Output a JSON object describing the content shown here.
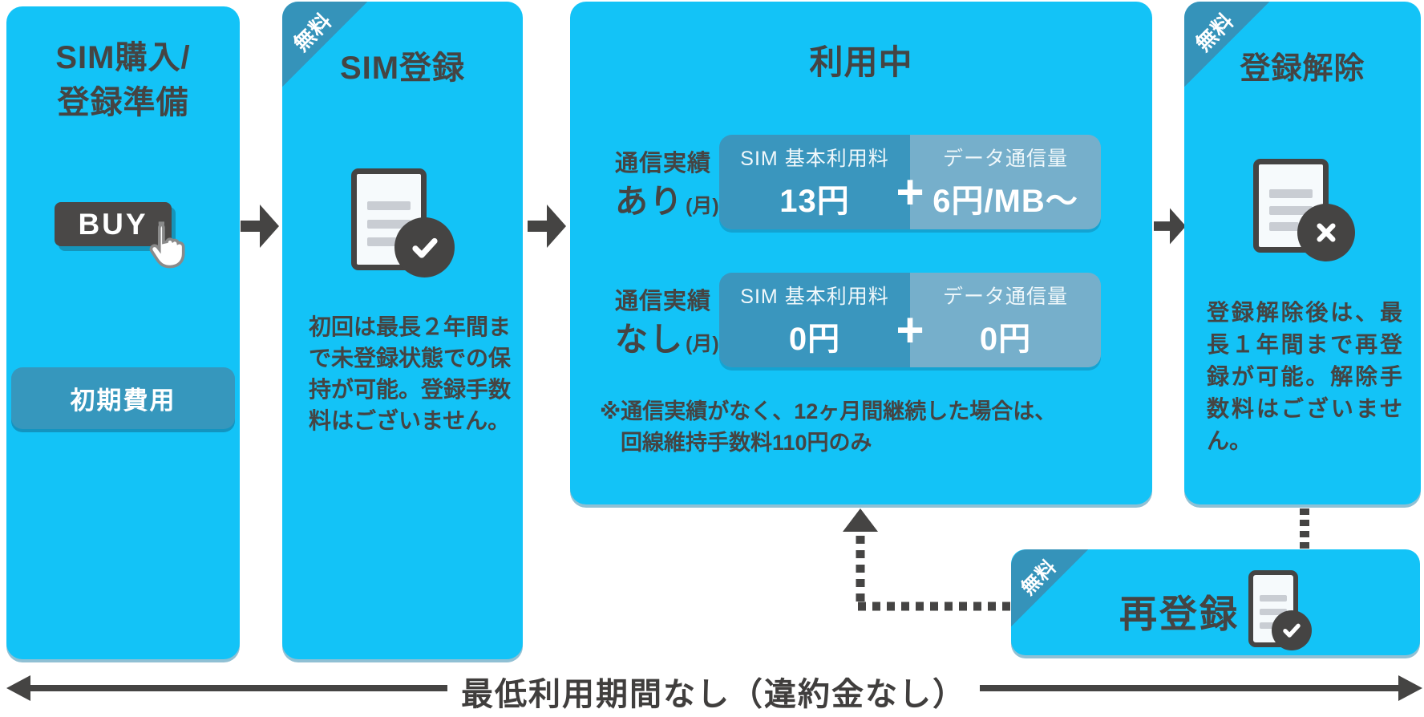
{
  "colors": {
    "panel_cyan": "#13c3f7",
    "ribbon_teal": "#3593ba",
    "badge_teal": "#3697bd",
    "price_left_teal": "#3a96be",
    "price_right_blue": "#76afcb",
    "text_dark": "#454443"
  },
  "icons": {
    "hand_cursor": "pointer-hand-cursor",
    "document_check": "document-with-checkmark",
    "document_x": "document-with-x",
    "flow_arrow": "solid-right-arrow",
    "return_arrow": "dashed-up-left-return-arrow",
    "dotted_connector": "dotted-vertical-line",
    "timeline_arrow": "double-ended-horizontal-arrow"
  },
  "panels": {
    "purchase": {
      "title_line1": "SIM購入/",
      "title_line2": "登録準備",
      "buy_label": "BUY",
      "initial_cost_badge": "初期費用"
    },
    "register": {
      "free_badge": "無料",
      "title": "SIM登録",
      "description": "初回は最長２年間まで未登録状態での保持が可能。登録手数料はございません。"
    },
    "in_use": {
      "title": "利用中",
      "rows": [
        {
          "condition_line1": "通信実績",
          "condition_line2": "あり",
          "condition_unit": "(月)",
          "left_label": "SIM 基本利用料",
          "left_value": "13円",
          "plus": "+",
          "right_label": "データ通信量",
          "right_value": "6円/MB〜"
        },
        {
          "condition_line1": "通信実績",
          "condition_line2": "なし",
          "condition_unit": "(月)",
          "left_label": "SIM 基本利用料",
          "left_value": "0円",
          "plus": "+",
          "right_label": "データ通信量",
          "right_value": "0円"
        }
      ],
      "note_line1": "※通信実績がなく、12ヶ月間継続した場合は、",
      "note_line2": "回線維持手数料110円のみ"
    },
    "deregister": {
      "free_badge": "無料",
      "title": "登録解除",
      "description": "登録解除後は、最長１年間まで再登録が可能。解除手数料はございません。"
    },
    "reregister": {
      "free_badge": "無料",
      "title": "再登録"
    }
  },
  "footer": {
    "label": "最低利用期間なし（違約金なし）"
  }
}
